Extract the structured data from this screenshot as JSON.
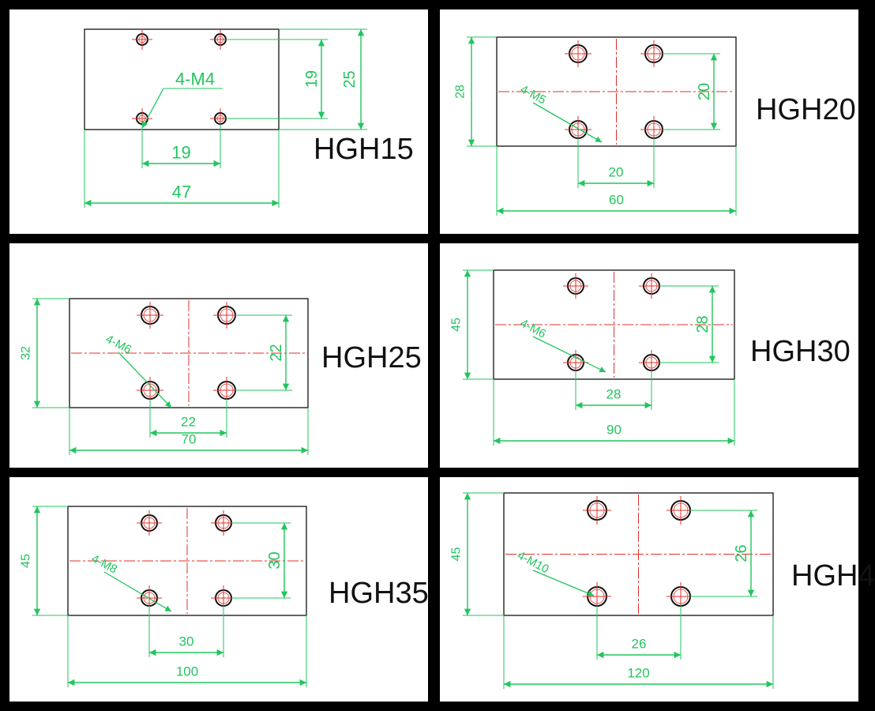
{
  "colors": {
    "background": "#000000",
    "panel": "#ffffff",
    "dimension": "#22c55e",
    "centerline": "#e0302a",
    "outline": "#111111"
  },
  "panels": [
    {
      "model": "HGH15",
      "thread": "4-M4",
      "hole_pitch_x": "19",
      "hole_pitch_y": "19",
      "width": "47",
      "height": "25"
    },
    {
      "model": "HGH20",
      "thread": "4-M5",
      "hole_pitch_x": "20",
      "hole_pitch_y": "20",
      "width": "60",
      "height": "28"
    },
    {
      "model": "HGH25",
      "thread": "4-M6",
      "hole_pitch_x": "22",
      "hole_pitch_y": "22",
      "width": "70",
      "height": "32"
    },
    {
      "model": "HGH30",
      "thread": "4-M6",
      "hole_pitch_x": "28",
      "hole_pitch_y": "28",
      "width": "90",
      "height": "45"
    },
    {
      "model": "HGH35",
      "thread": "4-M8",
      "hole_pitch_x": "30",
      "hole_pitch_y": "30",
      "width": "100",
      "height": "45"
    },
    {
      "model": "HGH4",
      "thread": "4-M10",
      "hole_pitch_x": "26",
      "hole_pitch_y": "26",
      "width": "120",
      "height": "45"
    }
  ]
}
